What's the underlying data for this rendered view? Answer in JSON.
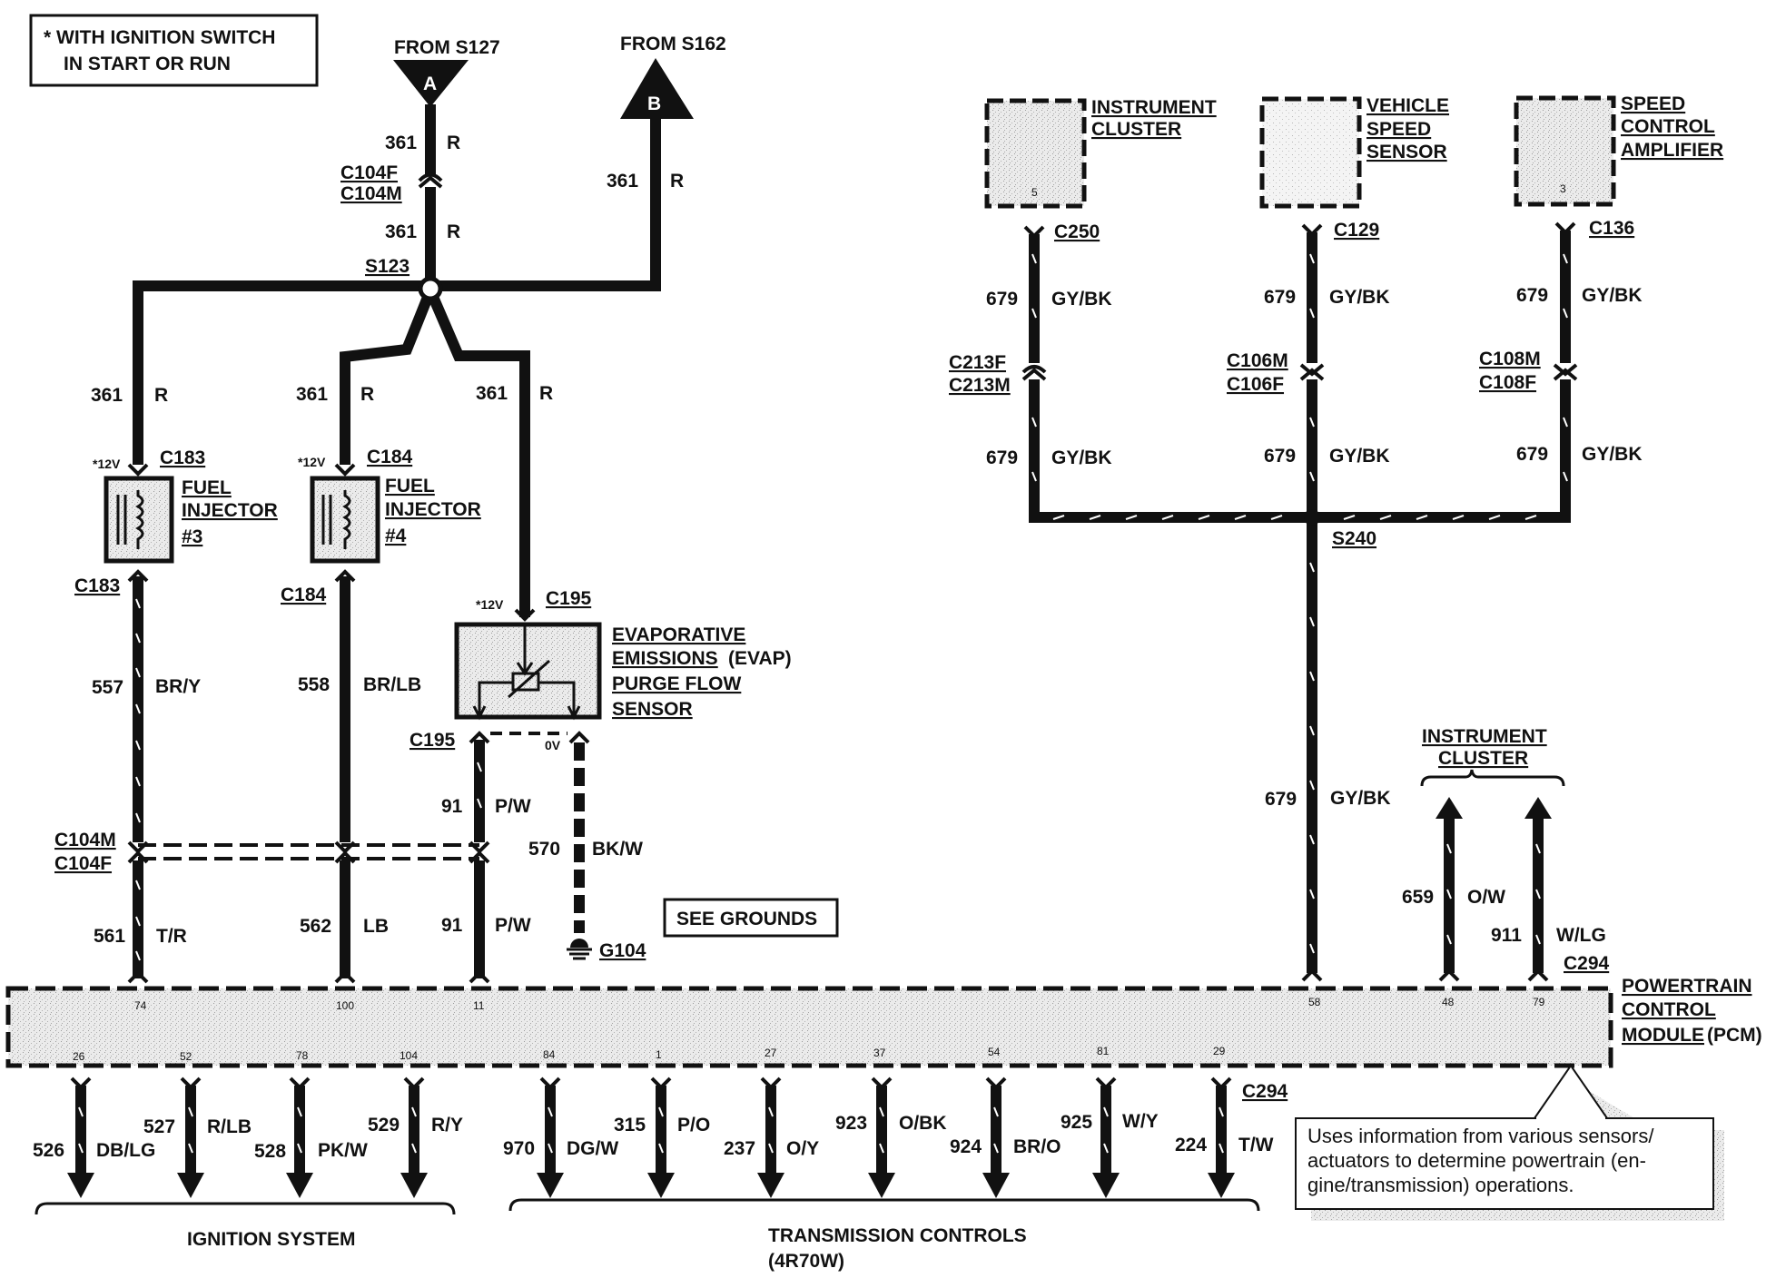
{
  "note": {
    "line1": "* WITH IGNITION SWITCH",
    "line2": "IN START OR RUN"
  },
  "sources": {
    "a_label": "FROM S127",
    "a_letter": "A",
    "b_label": "FROM S162",
    "b_letter": "B"
  },
  "wire_361": {
    "circuit": "361",
    "color": "R"
  },
  "wire_679": {
    "circuit": "679",
    "color": "GY/BK"
  },
  "connectors": {
    "c104f": "C104F",
    "c104m": "C104M",
    "s123": "S123",
    "c183": "C183",
    "c184": "C184",
    "c195": "C195",
    "c250": "C250",
    "c129": "C129",
    "c136": "C136",
    "c213f": "C213F",
    "c213m": "C213M",
    "c106m": "C106M",
    "c106f": "C106F",
    "c108m": "C108M",
    "c108f": "C108F",
    "s240": "S240",
    "c294": "C294",
    "g104": "G104"
  },
  "components": {
    "injector3": {
      "l1": "FUEL",
      "l2": "INJECTOR",
      "l3": "#3"
    },
    "injector4": {
      "l1": "FUEL",
      "l2": "INJECTOR",
      "l3": "#4"
    },
    "evap": {
      "l1": "EVAPORATIVE",
      "l2": "EMISSIONS",
      "l2b": "(EVAP)",
      "l3": "PURGE FLOW",
      "l4": "SENSOR"
    },
    "ic": {
      "l1": "INSTRUMENT",
      "l2": "CLUSTER",
      "pin": "5"
    },
    "vss": {
      "l1": "VEHICLE",
      "l2": "SPEED",
      "l3": "SENSOR"
    },
    "sca": {
      "l1": "SPEED",
      "l2": "CONTROL",
      "l3": "AMPLIFIER",
      "pin": "3"
    },
    "pcm": {
      "l1": "POWERTRAIN",
      "l2": "CONTROL",
      "l3": "MODULE",
      "l3b": "(PCM)"
    },
    "ic2": {
      "l1": "INSTRUMENT",
      "l2": "CLUSTER"
    }
  },
  "voltages": {
    "v12": "*12V",
    "v0": "0V"
  },
  "wires": {
    "w557": {
      "circuit": "557",
      "color": "BR/Y"
    },
    "w558": {
      "circuit": "558",
      "color": "BR/LB"
    },
    "w91": {
      "circuit": "91",
      "color": "P/W"
    },
    "w570": {
      "circuit": "570",
      "color": "BK/W"
    },
    "w561": {
      "circuit": "561",
      "color": "T/R"
    },
    "w562": {
      "circuit": "562",
      "color": "LB"
    },
    "w659": {
      "circuit": "659",
      "color": "O/W"
    },
    "w911": {
      "circuit": "911",
      "color": "W/LG"
    }
  },
  "see_grounds": "SEE GROUNDS",
  "pcm_pins_top": [
    "74",
    "100",
    "11",
    "58",
    "48",
    "79"
  ],
  "pcm_pins_bottom": [
    "26",
    "52",
    "78",
    "104",
    "84",
    "1",
    "27",
    "37",
    "54",
    "81",
    "29"
  ],
  "outputs": [
    {
      "circuit": "526",
      "color": "DB/LG"
    },
    {
      "circuit": "527",
      "color": "R/LB"
    },
    {
      "circuit": "528",
      "color": "PK/W"
    },
    {
      "circuit": "529",
      "color": "R/Y"
    },
    {
      "circuit": "970",
      "color": "DG/W"
    },
    {
      "circuit": "315",
      "color": "P/O"
    },
    {
      "circuit": "237",
      "color": "O/Y"
    },
    {
      "circuit": "923",
      "color": "O/BK"
    },
    {
      "circuit": "924",
      "color": "BR/O"
    },
    {
      "circuit": "925",
      "color": "W/Y"
    },
    {
      "circuit": "224",
      "color": "T/W"
    }
  ],
  "groups": {
    "ignition": "IGNITION SYSTEM",
    "trans_l1": "TRANSMISSION CONTROLS",
    "trans_l2": "(4R70W)"
  },
  "callout": {
    "l1": "Uses information from various sensors/",
    "l2": "actuators to determine powertrain (en-",
    "l3": "gine/transmission) operations."
  }
}
